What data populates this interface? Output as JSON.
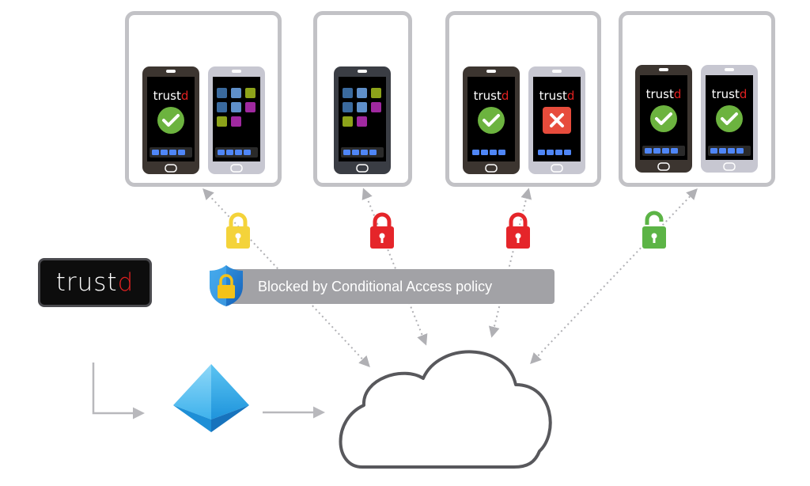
{
  "brand": {
    "name_main": "trust",
    "name_accent": "d"
  },
  "banner": {
    "text": "Blocked by Conditional Access policy"
  },
  "colors": {
    "frame": "#c2c2c6",
    "lock_yellow": "#f4d33a",
    "lock_red": "#e5252a",
    "lock_green": "#5cb446",
    "brand_accent": "#e02020",
    "check_green": "#6cb33f",
    "deny_red": "#e74c3c"
  },
  "device_groups": [
    {
      "lock": "yellow",
      "lock_icon": "lock-closed-icon",
      "phones": [
        {
          "body": "#3c3530",
          "screen": "trustd-check"
        },
        {
          "body": "#c7c7d1",
          "screen": "apps"
        }
      ]
    },
    {
      "lock": "red",
      "lock_icon": "lock-closed-icon",
      "phones": [
        {
          "body": "#3a3d44",
          "screen": "apps"
        }
      ]
    },
    {
      "lock": "red",
      "lock_icon": "lock-closed-icon",
      "phones": [
        {
          "body": "#3c3530",
          "screen": "trustd-check"
        },
        {
          "body": "#c7c7d1",
          "screen": "trustd-cross"
        }
      ]
    },
    {
      "lock": "green",
      "lock_icon": "lock-open-icon",
      "phones": [
        {
          "body": "#3c3530",
          "screen": "trustd-check"
        },
        {
          "body": "#c7c7d1",
          "screen": "trustd-check"
        }
      ]
    }
  ],
  "icons": {
    "shield": "shield-lock-icon",
    "identity": "azure-ad-pyramid-icon",
    "cloud": "cloud-icon"
  }
}
